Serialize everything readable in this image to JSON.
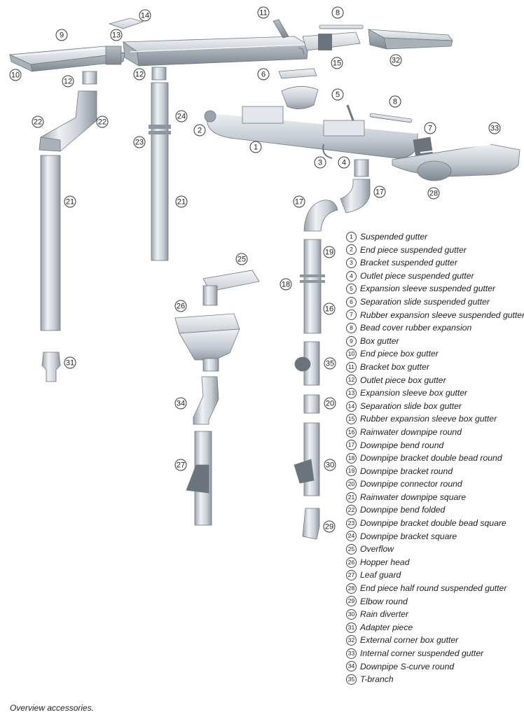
{
  "legend": [
    {
      "num": "1",
      "label": "Suspended gutter"
    },
    {
      "num": "2",
      "label": "End piece suspended gutter"
    },
    {
      "num": "3",
      "label": "Bracket suspended gutter"
    },
    {
      "num": "4",
      "label": "Outlet piece suspended gutter"
    },
    {
      "num": "5",
      "label": "Expansion sleeve suspended gutter"
    },
    {
      "num": "6",
      "label": "Separation slide suspended gutter"
    },
    {
      "num": "7",
      "label": "Rubber expansion sleeve suspended gutter"
    },
    {
      "num": "8",
      "label": "Bead cover rubber expansion"
    },
    {
      "num": "9",
      "label": "Box gutter"
    },
    {
      "num": "10",
      "label": "End piece box gutter"
    },
    {
      "num": "11",
      "label": "Bracket box gutter"
    },
    {
      "num": "12",
      "label": "Outlet piece box gutter"
    },
    {
      "num": "13",
      "label": "Expansion sleeve box gutter"
    },
    {
      "num": "14",
      "label": "Separation slide box gutter"
    },
    {
      "num": "15",
      "label": "Rubber expansion sleeve box gutter"
    },
    {
      "num": "16",
      "label": "Rainwater downpipe round"
    },
    {
      "num": "17",
      "label": "Downpipe bend round"
    },
    {
      "num": "18",
      "label": "Downpipe bracket double bead round"
    },
    {
      "num": "19",
      "label": "Downpipe bracket round"
    },
    {
      "num": "20",
      "label": "Downpipe connector round"
    },
    {
      "num": "21",
      "label": "Rainwater downpipe square"
    },
    {
      "num": "22",
      "label": "Downpipe bend folded"
    },
    {
      "num": "23",
      "label": "Downpipe bracket double bead square"
    },
    {
      "num": "24",
      "label": "Downpipe bracket square"
    },
    {
      "num": "25",
      "label": "Overflow"
    },
    {
      "num": "26",
      "label": "Hopper head"
    },
    {
      "num": "27",
      "label": "Leaf guard"
    },
    {
      "num": "28",
      "label": "End piece half round suspended gutter"
    },
    {
      "num": "29",
      "label": "Elbow round"
    },
    {
      "num": "30",
      "label": "Rain diverter"
    },
    {
      "num": "31",
      "label": "Adapter piece"
    },
    {
      "num": "32",
      "label": "External corner box gutter"
    },
    {
      "num": "33",
      "label": "Internal corner suspended gutter"
    },
    {
      "num": "34",
      "label": "Downpipe S-curve round"
    },
    {
      "num": "35",
      "label": "T-branch"
    }
  ],
  "caption": "Overview accessories.",
  "colors": {
    "metal_light": "#e9ecef",
    "metal_mid": "#c4cad1",
    "metal_dark": "#8e969f",
    "outline": "#6f7780"
  }
}
